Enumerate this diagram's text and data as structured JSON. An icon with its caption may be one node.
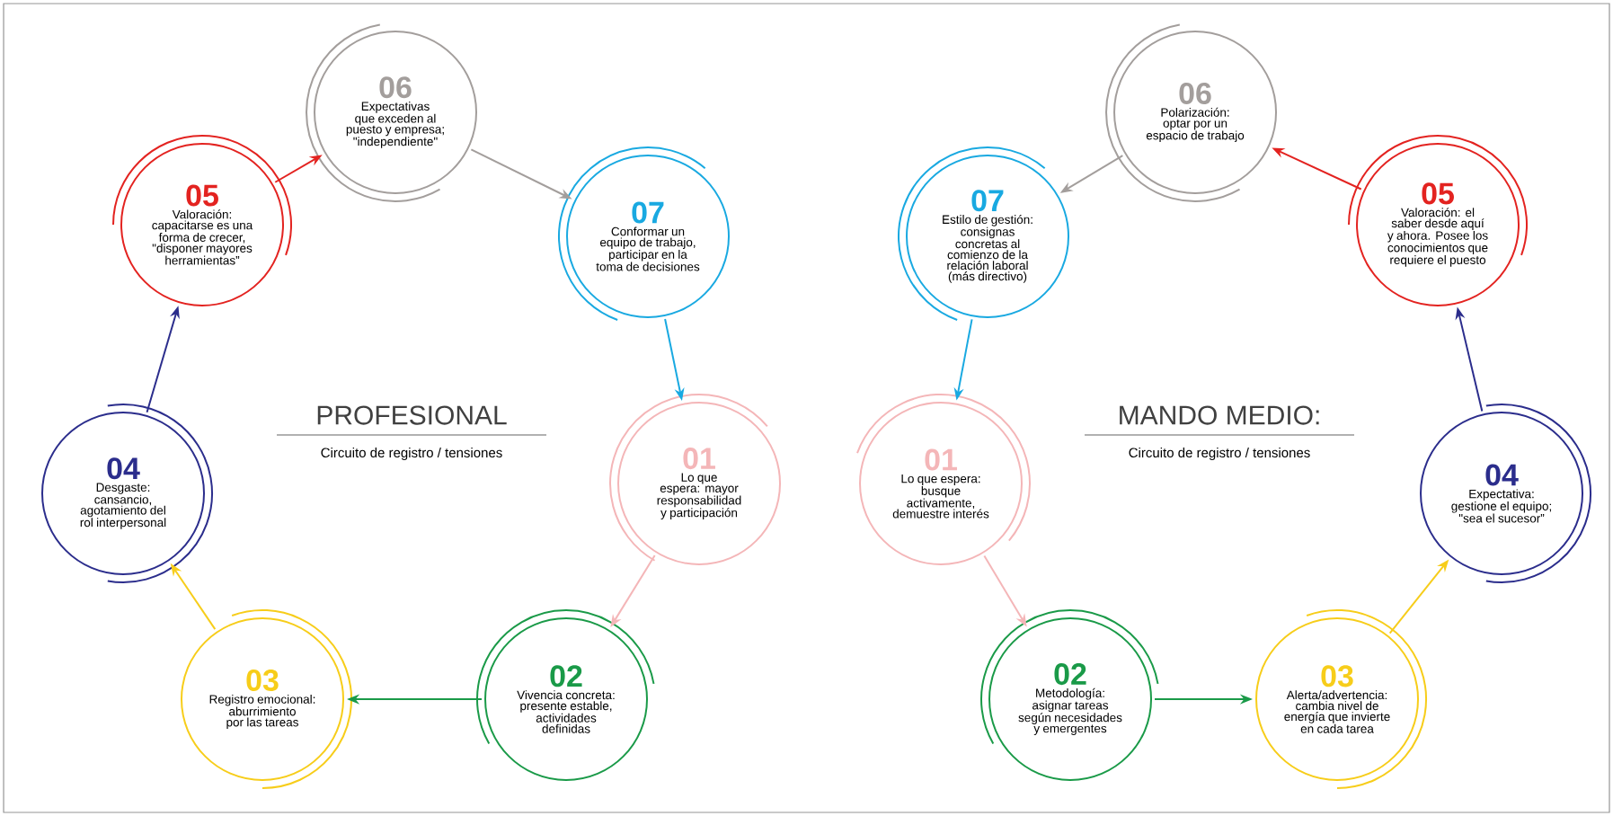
{
  "diagram": {
    "nodes": [
      {
        "text": [
          "01",
          "Lo que espera: mayor responsabilidad y participación"
        ]
      },
      {
        "text": [
          "02",
          "Vivencia concreta: presente estable, actividades definidas"
        ]
      },
      {
        "text": [
          "03",
          "Registro emocional: aburrimiento por las tareas"
        ]
      },
      {
        "text": [
          "04",
          "Desgaste: cansancio, agotamiento del rol interpersonal"
        ]
      },
      {
        "text": [
          "05",
          "Valoración: capacitarse es una forma de crecer, \"disponer mayores herramientas”"
        ]
      },
      {
        "text": [
          "06",
          "Expectativas que exceden al puesto y empresa; \"independiente\""
        ]
      },
      {
        "text": [
          "07",
          "Conformar un equipo de trabajo, participar en la toma de decisiones"
        ]
      },
      {
        "text": [
          "01",
          "Lo que espera: busque activamente, demuestre interés"
        ]
      },
      {
        "text": [
          "02",
          "Metodología: asignar tareas según necesidades y emergentes"
        ]
      },
      {
        "text": [
          "03",
          "Alerta/advertencia: cambia nivel de energía que invierte en cada tarea"
        ]
      },
      {
        "text": [
          "04",
          "Expectativa: gestione el equipo; \"sea el sucesor”"
        ]
      },
      {
        "text": [
          "05",
          "Valoración: el saber desde aquí y ahora. Posee los conocimientos que requiere el puesto"
        ]
      },
      {
        "text": [
          "06",
          "Polarización: optar por un espacio de trabajo"
        ]
      },
      {
        "text": [
          "07",
          "Estilo de gestión: consignas concretas al comienzo de la relación laboral (más directivo)"
        ]
      }
    ],
    "edges": [
      {
        "from": 0,
        "to": 1,
        "arrow": "to",
        "color": "#f4b6b8"
      },
      {
        "from": 1,
        "to": 2,
        "arrow": "to",
        "color": "#1a9a48"
      },
      {
        "from": 2,
        "to": 3,
        "arrow": "to",
        "color": "#f7cd1a"
      },
      {
        "from": 3,
        "to": 4,
        "arrow": "to",
        "color": "#2b2d8c"
      },
      {
        "from": 4,
        "to": 5,
        "arrow": "to",
        "color": "#e32320"
      },
      {
        "from": 5,
        "to": 6,
        "arrow": "to",
        "color": "#a39e9c"
      },
      {
        "from": 6,
        "to": 0,
        "arrow": "to",
        "color": "#19a9e1"
      },
      {
        "from": 7,
        "to": 8,
        "arrow": "to",
        "color": "#f4b6b8"
      },
      {
        "from": 8,
        "to": 9,
        "arrow": "to",
        "color": "#1a9a48"
      },
      {
        "from": 9,
        "to": 10,
        "arrow": "to",
        "color": "#f7cd1a"
      },
      {
        "from": 10,
        "to": 11,
        "arrow": "to",
        "color": "#2b2d8c"
      },
      {
        "from": 11,
        "to": 12,
        "arrow": "to",
        "color": "#e32320"
      },
      {
        "from": 12,
        "to": 13,
        "arrow": "to",
        "color": "#a39e9c"
      },
      {
        "from": 13,
        "to": 7,
        "arrow": "to",
        "color": "#19a9e1"
      }
    ],
    "labels": [
      "PROFESIONAL",
      "Circuito de registro / tensiones",
      "MANDO MEDIO:",
      "Circuito de registro / tensiones"
    ]
  }
}
